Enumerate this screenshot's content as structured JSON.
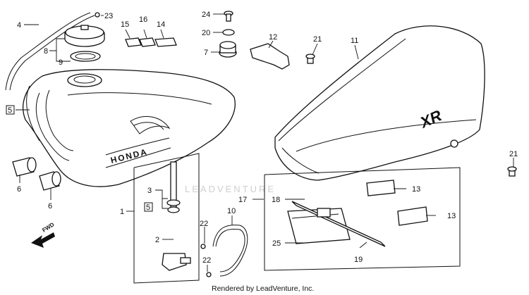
{
  "diagram": {
    "callouts": {
      "c4": "4",
      "c23": "23",
      "c8": "8",
      "c9": "9",
      "c5a": "5",
      "c6a": "6",
      "c6b": "6",
      "c16": "16",
      "c15": "15",
      "c14": "14",
      "c24": "24",
      "c20": "20",
      "c7": "7",
      "c12": "12",
      "c21a": "21",
      "c11": "11",
      "c21b": "21",
      "c13a": "13",
      "c13b": "13",
      "c17": "17",
      "c18": "18",
      "c25": "25",
      "c19": "19",
      "c3": "3",
      "c5b": "5",
      "c1": "1",
      "c2": "2",
      "c22a": "22",
      "c22b": "22",
      "c10": "10"
    },
    "tank_logo": "HONDA",
    "seat_logo": "XR",
    "fwd": "FWD"
  },
  "watermark": "LEADVENTURE",
  "footer": {
    "credit": "Rendered by LeadVenture, Inc."
  }
}
